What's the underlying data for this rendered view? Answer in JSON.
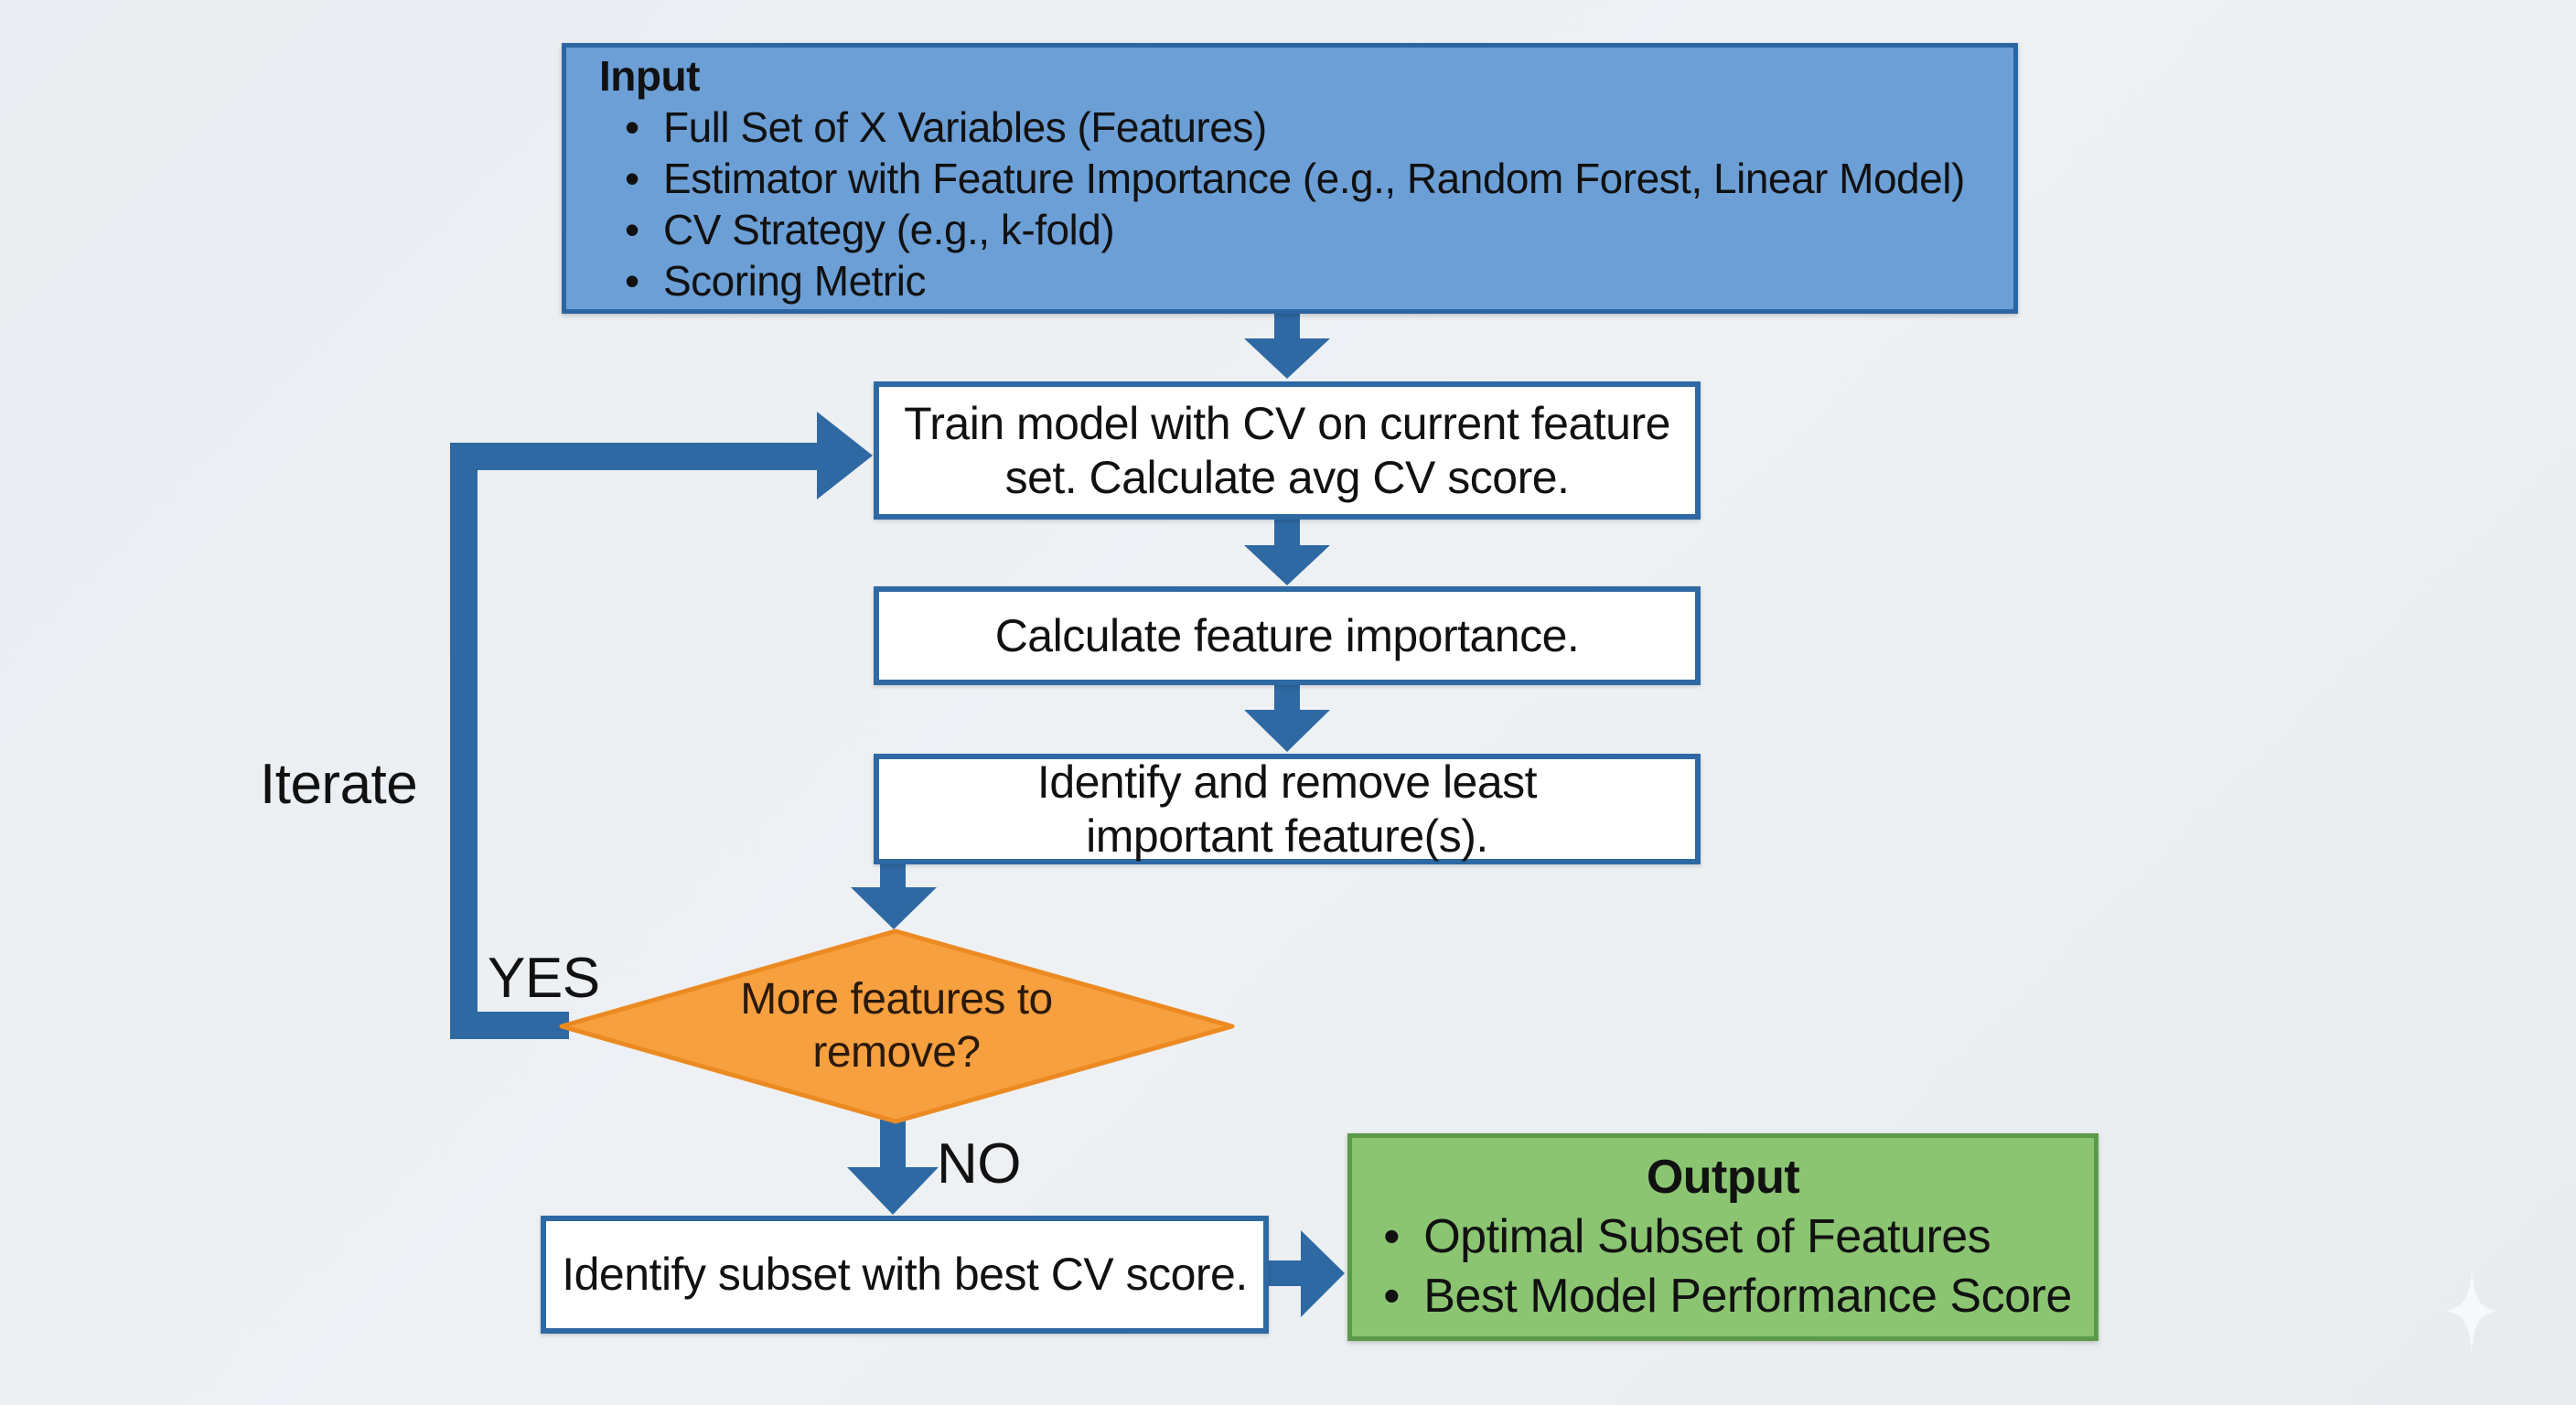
{
  "colors": {
    "connector": "#2e69a3",
    "input_fill": "#6c9fd6",
    "decision_fill": "#f7a040",
    "output_fill": "#8bc572"
  },
  "input": {
    "title": "Input",
    "items": [
      "Full Set of X Variables (Features)",
      "Estimator with Feature Importance (e.g., Random Forest, Linear Model)",
      "CV Strategy (e.g., k-fold)",
      "Scoring Metric"
    ]
  },
  "steps": {
    "train": [
      "Train model with CV on current feature",
      "set. Calculate avg CV score."
    ],
    "importance": "Calculate feature importance.",
    "remove": [
      "Identify and remove least",
      "important feature(s)."
    ],
    "best": "Identify subset with best CV score."
  },
  "decision": {
    "question": [
      "More features to",
      "remove?"
    ],
    "yes_label": "YES",
    "no_label": "NO"
  },
  "loop_label": "Iterate",
  "output": {
    "title": "Output",
    "items": [
      "Optimal Subset of Features",
      "Best Model Performance Score"
    ]
  },
  "watermark_icon": "sparkle-icon"
}
